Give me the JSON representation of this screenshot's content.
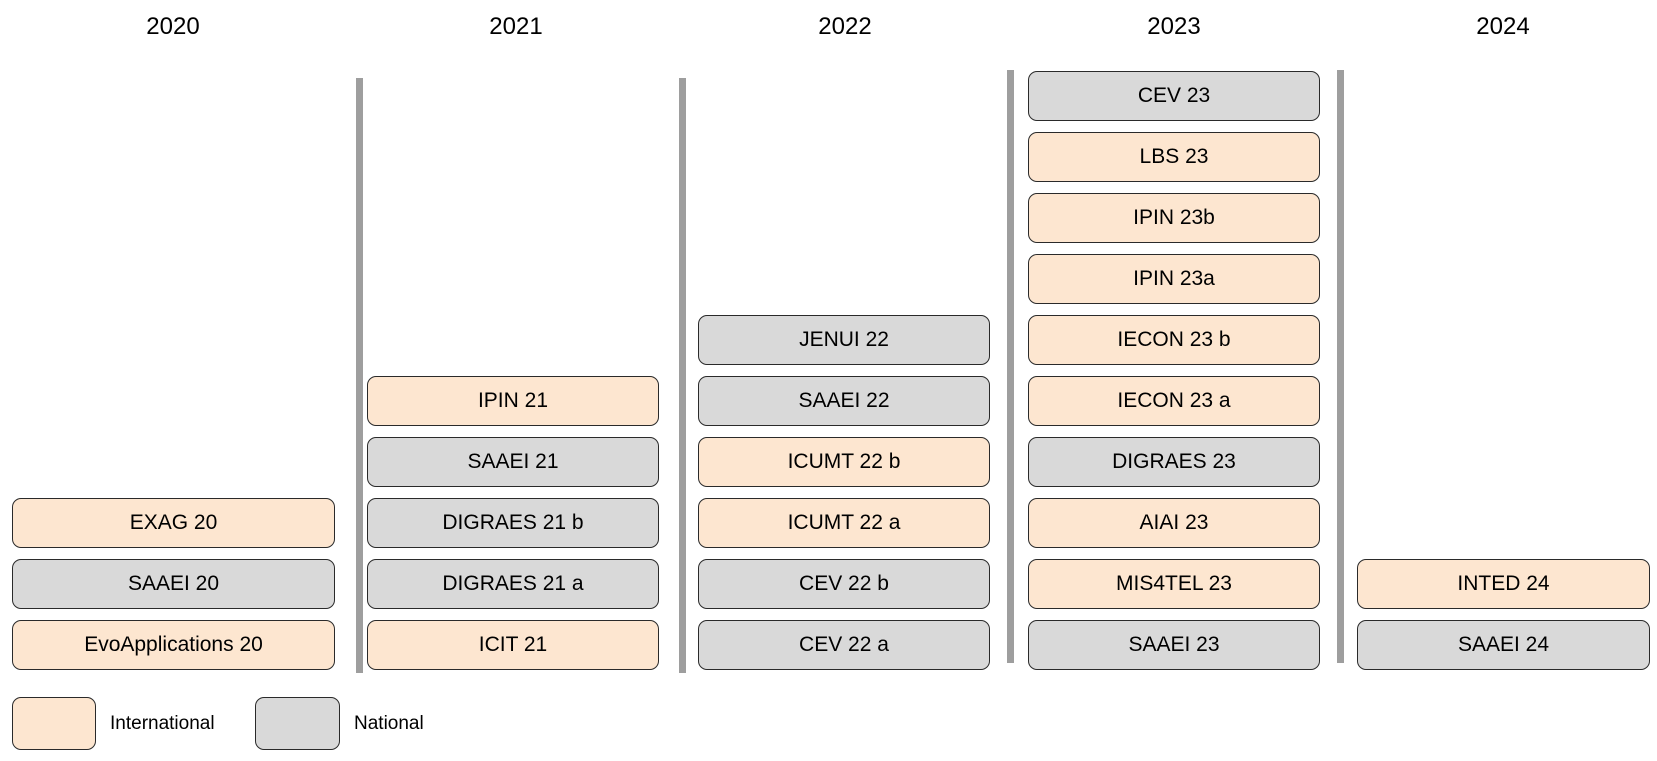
{
  "colors": {
    "international": "#fde6d0",
    "national": "#d9d9d9",
    "divider": "#9e9e9e"
  },
  "legend": {
    "international": "International",
    "national": "National"
  },
  "years": [
    {
      "label": "2020",
      "entries": [
        {
          "label": "EvoApplications 20",
          "type": "international"
        },
        {
          "label": "SAAEI 20",
          "type": "national"
        },
        {
          "label": "EXAG 20",
          "type": "international"
        }
      ]
    },
    {
      "label": "2021",
      "entries": [
        {
          "label": "ICIT 21",
          "type": "international"
        },
        {
          "label": "DIGRAES 21 a",
          "type": "national"
        },
        {
          "label": "DIGRAES 21 b",
          "type": "national"
        },
        {
          "label": "SAAEI 21",
          "type": "national"
        },
        {
          "label": "IPIN 21",
          "type": "international"
        }
      ]
    },
    {
      "label": "2022",
      "entries": [
        {
          "label": "CEV 22 a",
          "type": "national"
        },
        {
          "label": "CEV 22 b",
          "type": "national"
        },
        {
          "label": "ICUMT 22 a",
          "type": "international"
        },
        {
          "label": "ICUMT 22 b",
          "type": "international"
        },
        {
          "label": "SAAEI 22",
          "type": "national"
        },
        {
          "label": "JENUI 22",
          "type": "national"
        }
      ]
    },
    {
      "label": "2023",
      "entries": [
        {
          "label": "SAAEI 23",
          "type": "national"
        },
        {
          "label": "MIS4TEL 23",
          "type": "international"
        },
        {
          "label": "AIAI 23",
          "type": "international"
        },
        {
          "label": "DIGRAES 23",
          "type": "national"
        },
        {
          "label": "IECON 23 a",
          "type": "international"
        },
        {
          "label": "IECON 23 b",
          "type": "international"
        },
        {
          "label": "IPIN 23a",
          "type": "international"
        },
        {
          "label": "IPIN 23b",
          "type": "international"
        },
        {
          "label": "LBS 23",
          "type": "international"
        },
        {
          "label": "CEV 23",
          "type": "national"
        }
      ]
    },
    {
      "label": "2024",
      "entries": [
        {
          "label": "SAAEI 24",
          "type": "national"
        },
        {
          "label": "INTED 24",
          "type": "international"
        }
      ]
    }
  ]
}
